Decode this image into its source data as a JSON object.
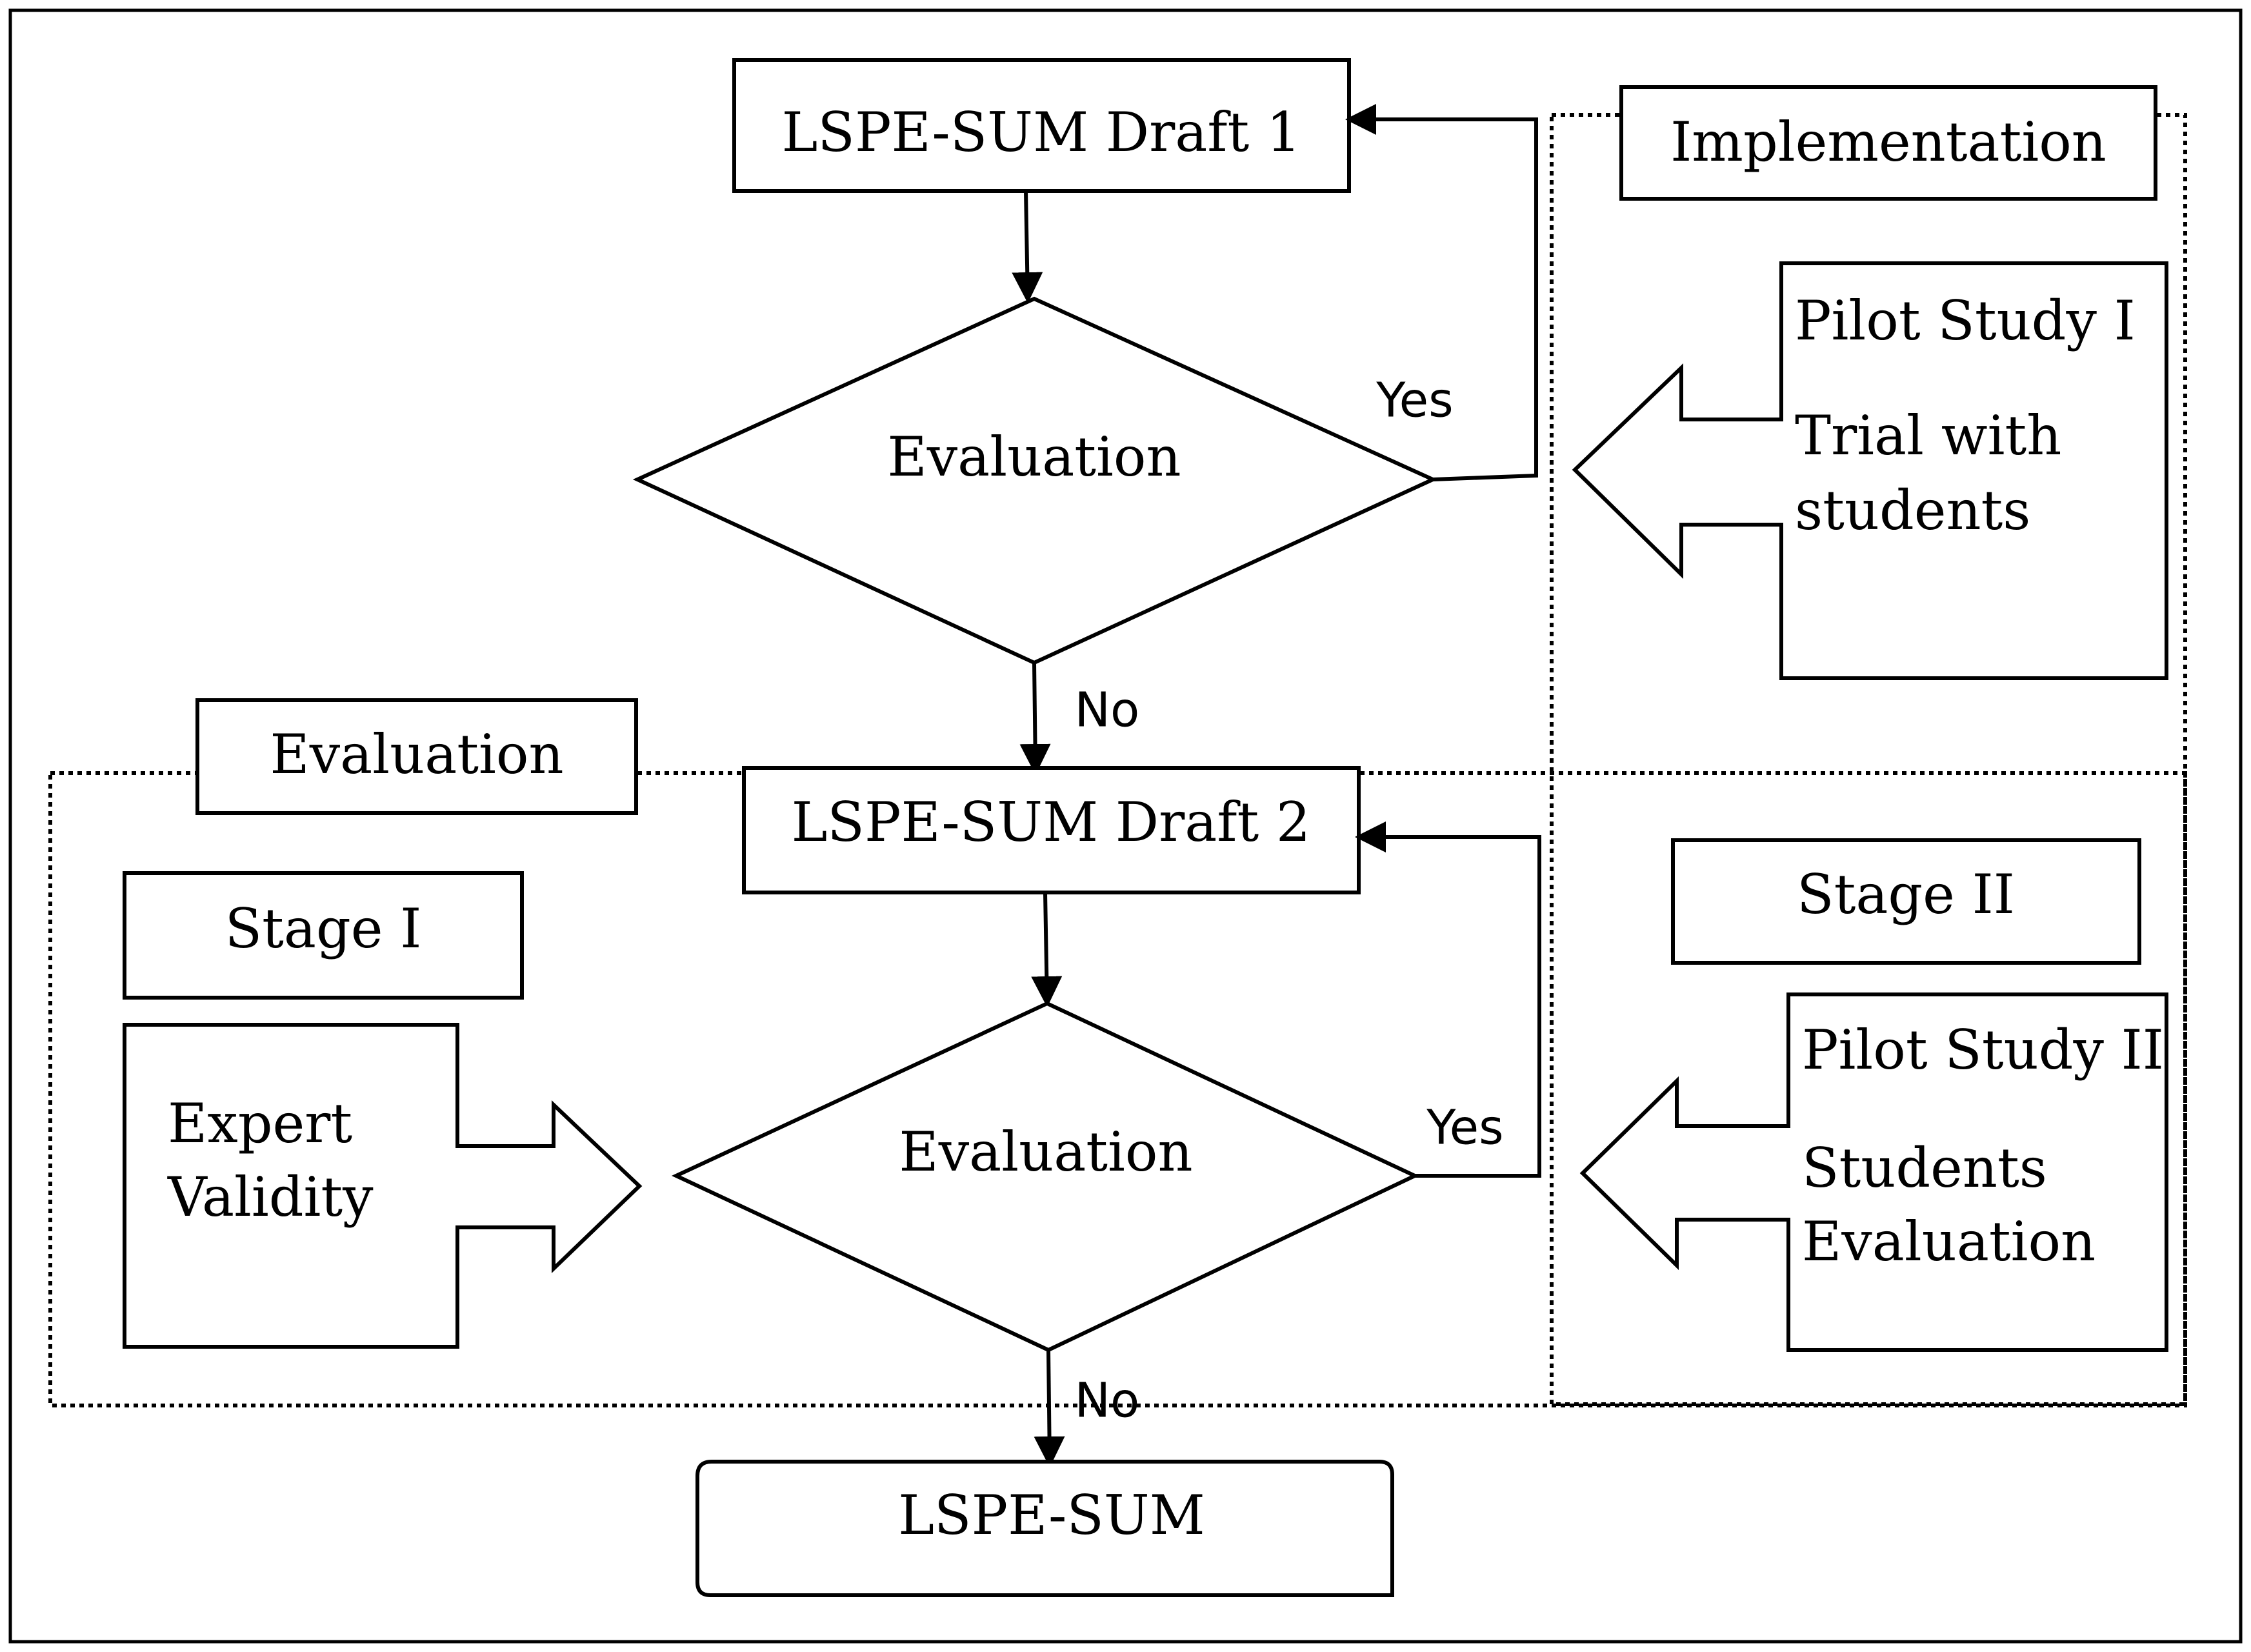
{
  "nodes": {
    "draft1": "LSPE-SUM Draft 1",
    "draft2": "LSPE-SUM Draft 2",
    "final": "LSPE-SUM",
    "decision1": "Evaluation",
    "decision2": "Evaluation"
  },
  "edges": {
    "yes1": "Yes",
    "no1": "No",
    "yes2": "Yes",
    "no2": "No"
  },
  "groups": {
    "implementation": "Implementation",
    "evaluation": "Evaluation",
    "stage1": "Stage I",
    "stage2": "Stage II"
  },
  "inputs": {
    "pilot1_title": "Pilot Study I",
    "pilot1_line1": "Trial with",
    "pilot1_line2": "students",
    "expert_line1": "Expert",
    "expert_line2": "Validity",
    "pilot2_title": "Pilot Study II",
    "pilot2_line1": "Students",
    "pilot2_line2": "Evaluation"
  }
}
